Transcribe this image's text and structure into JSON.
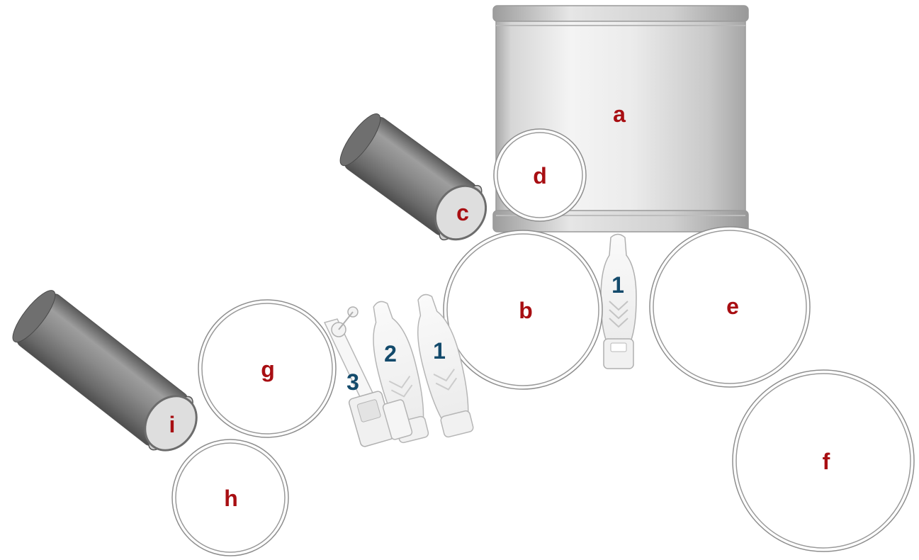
{
  "colors": {
    "drum_label": "#a80e12",
    "pedal_label": "#134a6b",
    "drum_outline": "#8a8a8a",
    "shell_light": "#f2f2f2",
    "shell_dark": "#a9a9a9",
    "tube_dark": "#6d6d6d"
  },
  "drums": {
    "a": "a",
    "b": "b",
    "c": "c",
    "d": "d",
    "e": "e",
    "f": "f",
    "g": "g",
    "h": "h",
    "i": "i"
  },
  "pedals": {
    "center_pedal": "1",
    "left_pedal_1": "1",
    "left_pedal_2": "2",
    "left_pedal_3": "3"
  }
}
